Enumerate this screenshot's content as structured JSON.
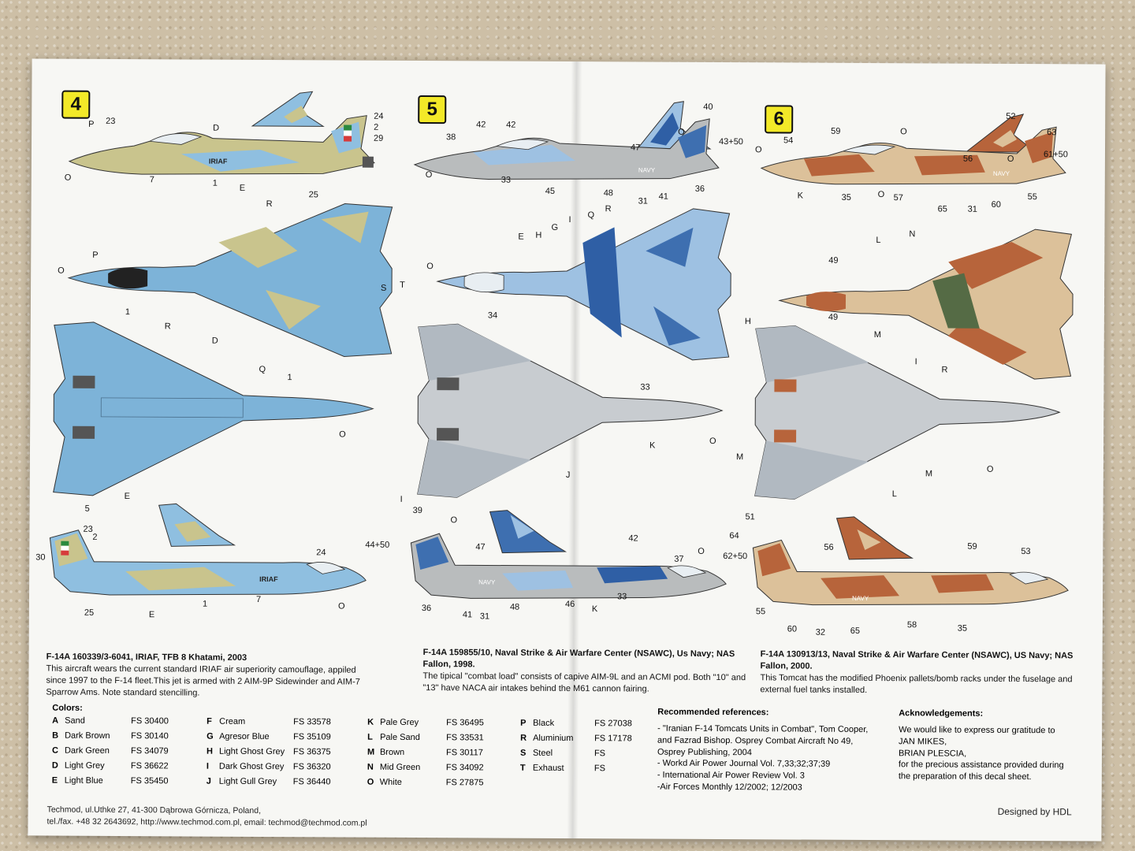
{
  "badges": [
    "4",
    "5",
    "6"
  ],
  "callouts": {
    "p4_side_top": [
      {
        "t": "P"
      },
      {
        "t": "23"
      },
      {
        "t": "D"
      },
      {
        "t": "24"
      },
      {
        "t": "2"
      },
      {
        "t": "29"
      },
      {
        "t": "O"
      },
      {
        "t": "7"
      },
      {
        "t": "1"
      },
      {
        "t": "E"
      },
      {
        "t": "25"
      }
    ],
    "p4_top": [
      {
        "t": "R"
      },
      {
        "t": "P"
      },
      {
        "t": "O"
      },
      {
        "t": "T"
      },
      {
        "t": "S"
      },
      {
        "t": "D"
      },
      {
        "t": "Q"
      },
      {
        "t": "1"
      }
    ],
    "p4_bottom": [
      {
        "t": "1"
      },
      {
        "t": "R"
      },
      {
        "t": "O"
      },
      {
        "t": "5"
      },
      {
        "t": "E"
      }
    ],
    "p4_side_bottom": [
      {
        "t": "23"
      },
      {
        "t": "2"
      },
      {
        "t": "30"
      },
      {
        "t": "24"
      },
      {
        "t": "25"
      },
      {
        "t": "E"
      },
      {
        "t": "1"
      },
      {
        "t": "7"
      },
      {
        "t": "O"
      }
    ],
    "p5_side_top": [
      {
        "t": "38"
      },
      {
        "t": "42"
      },
      {
        "t": "42"
      },
      {
        "t": "O"
      },
      {
        "t": "40"
      },
      {
        "t": "43+50"
      },
      {
        "t": "47"
      },
      {
        "t": "O"
      },
      {
        "t": "33"
      },
      {
        "t": "45"
      },
      {
        "t": "48"
      },
      {
        "t": "31"
      },
      {
        "t": "41"
      },
      {
        "t": "36"
      }
    ],
    "p5_top": [
      {
        "t": "E"
      },
      {
        "t": "H"
      },
      {
        "t": "G"
      },
      {
        "t": "I"
      },
      {
        "t": "Q"
      },
      {
        "t": "R"
      },
      {
        "t": "O"
      },
      {
        "t": "34"
      },
      {
        "t": "33"
      }
    ],
    "p5_bottom": [
      {
        "t": "O"
      },
      {
        "t": "K"
      },
      {
        "t": "J"
      },
      {
        "t": "I"
      }
    ],
    "p5_side_bottom": [
      {
        "t": "39"
      },
      {
        "t": "O"
      },
      {
        "t": "44+50"
      },
      {
        "t": "47"
      },
      {
        "t": "42"
      },
      {
        "t": "O"
      },
      {
        "t": "37"
      },
      {
        "t": "36"
      },
      {
        "t": "41"
      },
      {
        "t": "31"
      },
      {
        "t": "48"
      },
      {
        "t": "46"
      },
      {
        "t": "K"
      },
      {
        "t": "33"
      }
    ],
    "p6_side_top": [
      {
        "t": "O"
      },
      {
        "t": "52"
      },
      {
        "t": "63"
      },
      {
        "t": "61+50"
      },
      {
        "t": "59"
      },
      {
        "t": "O"
      },
      {
        "t": "54"
      },
      {
        "t": "O"
      },
      {
        "t": "56"
      },
      {
        "t": "K"
      },
      {
        "t": "35"
      },
      {
        "t": "O"
      },
      {
        "t": "57"
      },
      {
        "t": "65"
      },
      {
        "t": "31"
      },
      {
        "t": "60"
      },
      {
        "t": "55"
      }
    ],
    "p6_top": [
      {
        "t": "L"
      },
      {
        "t": "N"
      },
      {
        "t": "49"
      },
      {
        "t": "49"
      },
      {
        "t": "M"
      },
      {
        "t": "I"
      },
      {
        "t": "R"
      }
    ],
    "p6_bottom": [
      {
        "t": "H"
      },
      {
        "t": "M"
      },
      {
        "t": "M"
      },
      {
        "t": "O"
      },
      {
        "t": "L"
      }
    ],
    "p6_side_bottom": [
      {
        "t": "51"
      },
      {
        "t": "64"
      },
      {
        "t": "62+50"
      },
      {
        "t": "56"
      },
      {
        "t": "59"
      },
      {
        "t": "53"
      },
      {
        "t": "55"
      },
      {
        "t": "60"
      },
      {
        "t": "32"
      },
      {
        "t": "65"
      },
      {
        "t": "58"
      },
      {
        "t": "35"
      }
    ]
  },
  "markings": {
    "iriaf": "IRIAF",
    "navy": "NAVY"
  },
  "captions": {
    "c4_title": "F-14A 160339/3-6041, IRIAF, TFB 8 Khatami, 2003",
    "c4_body": "This aircraft wears the current standard IRIAF air superiority camouflage, appiled since 1997 to the F-14 fleet.This jet is armed with 2 AIM-9P Sidewinder and AIM-7 Sparrow Ams. Note standard stencilling.",
    "c5_title": "F-14A 159855/10, Naval Strike & Air Warfare Center (NSAWC), Us Navy; NAS Fallon, 1998.",
    "c5_body": "The tipical \"combat load\" consists of capive AIM-9L and an ACMI pod. Both \"10\" and \"13\" have NACA air intakes behind the M61 cannon fairing.",
    "c6_title": "F-14A 130913/13, Naval Strike & Air Warfare Center (NSAWC), US Navy; NAS Fallon, 2000.",
    "c6_body": "This Tomcat has the modified Phoenix pallets/bomb racks under the fuselage and external fuel tanks installed."
  },
  "colors": {
    "heading": "Colors:",
    "columns": [
      [
        {
          "k": "A",
          "n": "Sand",
          "fs": "FS 30400"
        },
        {
          "k": "B",
          "n": "Dark Brown",
          "fs": "FS 30140"
        },
        {
          "k": "C",
          "n": "Dark Green",
          "fs": "FS 34079"
        },
        {
          "k": "D",
          "n": "Light Grey",
          "fs": "FS 36622"
        },
        {
          "k": "E",
          "n": "Light Blue",
          "fs": "FS 35450"
        }
      ],
      [
        {
          "k": "F",
          "n": "Cream",
          "fs": "FS 33578"
        },
        {
          "k": "G",
          "n": "Agresor Blue",
          "fs": "FS 35109"
        },
        {
          "k": "H",
          "n": "Light Ghost Grey",
          "fs": "FS 36375"
        },
        {
          "k": "I",
          "n": "Dark Ghost Grey",
          "fs": "FS 36320"
        },
        {
          "k": "J",
          "n": "Light Gull Grey",
          "fs": "FS 36440"
        }
      ],
      [
        {
          "k": "K",
          "n": "Pale Grey",
          "fs": "FS 36495"
        },
        {
          "k": "L",
          "n": "Pale Sand",
          "fs": "FS 33531"
        },
        {
          "k": "M",
          "n": "Brown",
          "fs": "FS 30117"
        },
        {
          "k": "N",
          "n": "Mid Green",
          "fs": "FS 34092"
        },
        {
          "k": "O",
          "n": "White",
          "fs": "FS 27875"
        }
      ],
      [
        {
          "k": "P",
          "n": "Black",
          "fs": "FS 27038"
        },
        {
          "k": "R",
          "n": "Aluminium",
          "fs": "FS 17178"
        },
        {
          "k": "S",
          "n": "Steel",
          "fs": "FS"
        },
        {
          "k": "T",
          "n": "Exhaust",
          "fs": "FS"
        }
      ]
    ]
  },
  "references": {
    "heading": "Recommended references:",
    "lines": [
      "- \"Iranian F-14 Tomcats Units in Combat\", Tom Cooper,",
      "and Fazrad Bishop. Osprey Combat Aircraft No 49,",
      "Osprey Publishing, 2004",
      "- Workd Air Power Journal Vol. 7,33;32;37;39",
      "- International Air Power Review Vol. 3",
      "-Air Forces Monthly 12/2002; 12/2003"
    ]
  },
  "acknowledgements": {
    "heading": "Acknowledgements:",
    "lines": [
      "We would like to express our gratitude to",
      "JAN MIKES,",
      "BRIAN PLESCIA,",
      "for the precious assistance provided during",
      "the preparation of this decal sheet."
    ]
  },
  "footer": {
    "line1": "Techmod, ul.Uthke 27, 41-300 Dąbrowa Górnicza, Poland,",
    "line2": "tel./fax. +48 32 2643692, http://www.techmod.com.pl, email: techmod@techmod.com.pl",
    "designed": "Designed by HDL"
  },
  "palette": {
    "paper": "#f7f7f4",
    "badge": "#f3e928",
    "iriaf_blue": "#7db3d8",
    "iriaf_sand": "#c9c48d",
    "navy_blue": "#3e6fb0",
    "navy_light": "#9ec1e2",
    "navy_grey": "#b9bcbd",
    "desert_brown": "#b7643b",
    "desert_sand": "#dcc19a",
    "desert_green": "#556b45",
    "belly_grey": "#c8ccd0"
  }
}
